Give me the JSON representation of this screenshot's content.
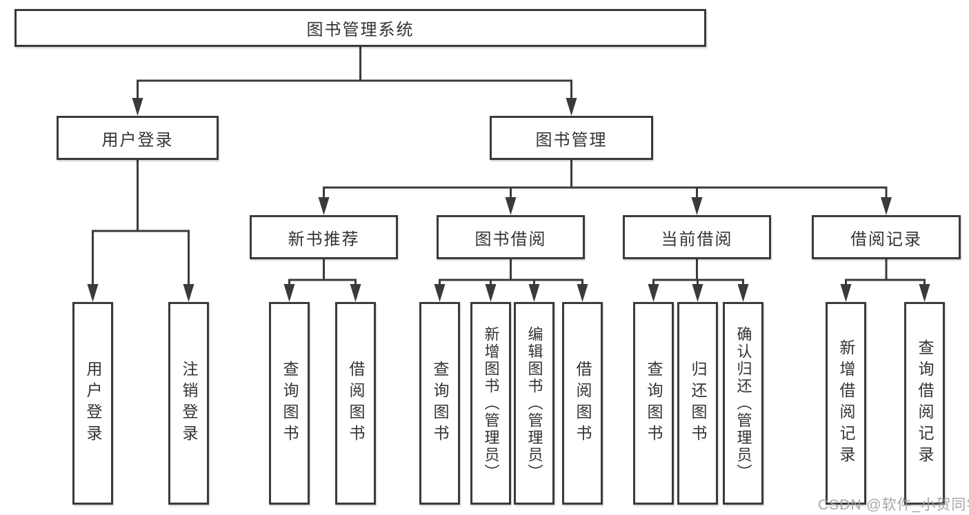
{
  "diagram": {
    "title": "图书管理系统",
    "nodes": {
      "root": "图书管理系统",
      "user_login": "用户登录",
      "book_mgmt": "图书管理",
      "new_book_rec": "新书推荐",
      "book_borrow": "图书借阅",
      "current_borrow": "当前借阅",
      "borrow_records": "借阅记录",
      "leaf_user_login": "用户登录",
      "leaf_logout": "注销登录",
      "leaf_rec_query": "查询图书",
      "leaf_rec_borrow": "借阅图书",
      "leaf_bb_query": "查询图书",
      "leaf_bb_add": "新增图书（管理员）",
      "leaf_bb_edit": "编辑图书（管理员）",
      "leaf_bb_borrow": "借阅图书",
      "leaf_cb_query": "查询图书",
      "leaf_cb_return": "归还图书",
      "leaf_cb_confirm": "确认归还（管理员）",
      "leaf_br_add": "新增借阅记录",
      "leaf_br_query": "查询借阅记录"
    },
    "hierarchy": {
      "图书管理系统": {
        "用户登录": [
          "用户登录",
          "注销登录"
        ],
        "图书管理": {
          "新书推荐": [
            "查询图书",
            "借阅图书"
          ],
          "图书借阅": [
            "查询图书",
            "新增图书（管理员）",
            "编辑图书（管理员）",
            "借阅图书"
          ],
          "当前借阅": [
            "查询图书",
            "归还图书",
            "确认归还（管理员）"
          ],
          "借阅记录": [
            "新增借阅记录",
            "查询借阅记录"
          ]
        }
      }
    },
    "colors": {
      "line": "#3a3a3a",
      "text": "#333333",
      "box_background": "#ffffff",
      "watermark": "#9e9e9e",
      "background": "#ffffff"
    }
  },
  "watermark": "CSDN @软件_小贺同学"
}
